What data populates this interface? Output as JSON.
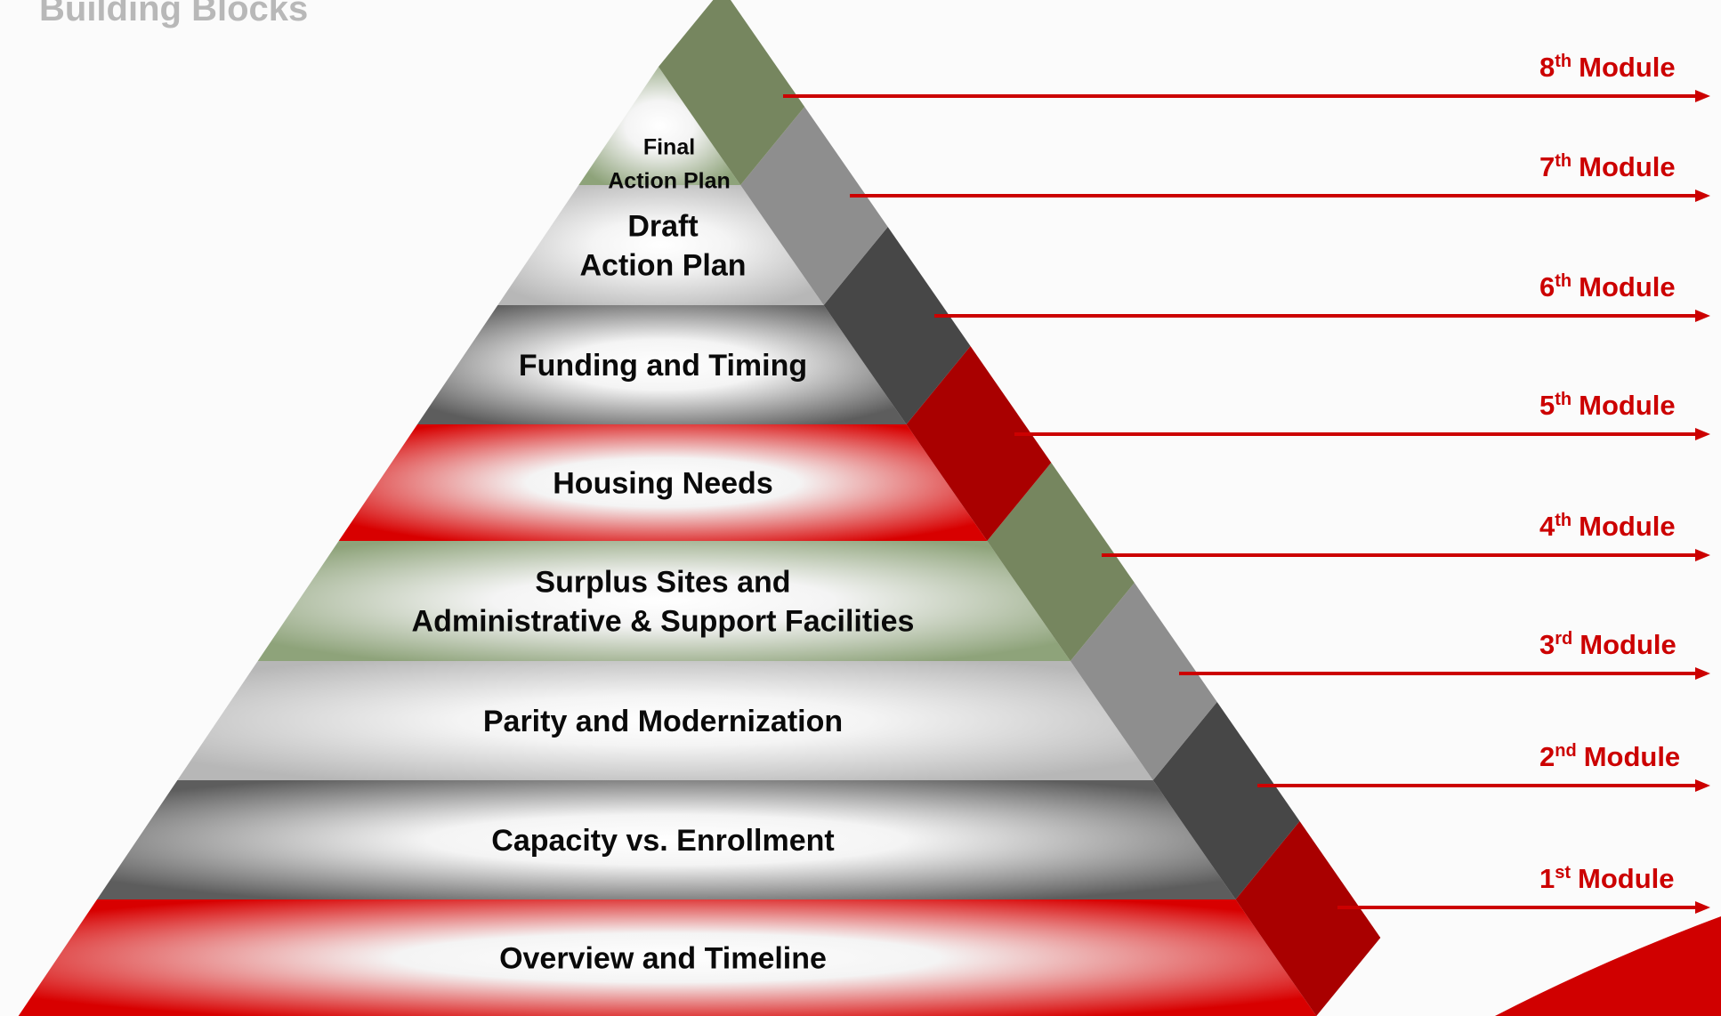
{
  "title": "Building Blocks",
  "colors": {
    "red": "#d80000",
    "red_dark": "#a90000",
    "green": "#8ea37a",
    "green_dark": "#76865f",
    "silver": "#b7b7b7",
    "silver_dark": "#8e8e8e",
    "charcoal": "#5d5d5d",
    "charcoal_dark": "#474747",
    "arrow": "#cc0000"
  },
  "layers": [
    {
      "lines": [
        "Overview and Timeline"
      ],
      "color": "red"
    },
    {
      "lines": [
        "Capacity vs. Enrollment"
      ],
      "color": "charcoal"
    },
    {
      "lines": [
        "Parity and Modernization"
      ],
      "color": "silver"
    },
    {
      "lines": [
        "Surplus Sites and",
        "Administrative & Support Facilities"
      ],
      "color": "green"
    },
    {
      "lines": [
        "Housing Needs"
      ],
      "color": "red"
    },
    {
      "lines": [
        "Funding and Timing"
      ],
      "color": "charcoal"
    },
    {
      "lines": [
        "Draft",
        "Action Plan"
      ],
      "color": "silver"
    },
    {
      "lines": [
        "Final",
        "Action Plan"
      ],
      "color": "green"
    }
  ],
  "modules": [
    {
      "num": "1",
      "suffix": "st",
      "word": "Module"
    },
    {
      "num": "2",
      "suffix": "nd",
      "word": "Module"
    },
    {
      "num": "3",
      "suffix": "rd",
      "word": "Module"
    },
    {
      "num": "4",
      "suffix": "th",
      "word": "Module"
    },
    {
      "num": "5",
      "suffix": "th",
      "word": "Module"
    },
    {
      "num": "6",
      "suffix": "th",
      "word": "Module"
    },
    {
      "num": "7",
      "suffix": "th",
      "word": "Module"
    },
    {
      "num": "8",
      "suffix": "th",
      "word": "Module"
    }
  ]
}
